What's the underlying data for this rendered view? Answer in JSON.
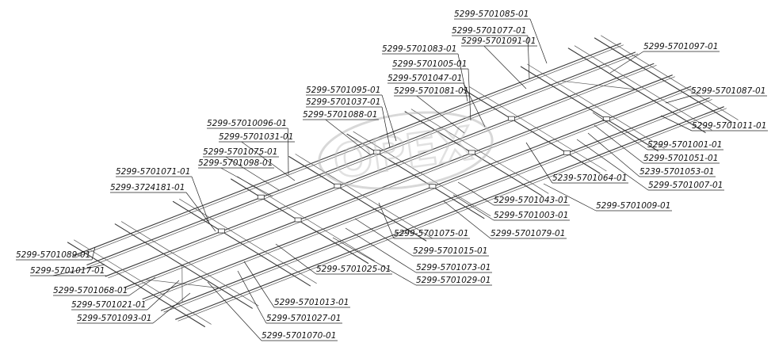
{
  "watermark": "OPEX",
  "labels": [
    "5299-5701085-01",
    "5299-5701077-01",
    "5299-5701091-01",
    "5299-5701083-01",
    "5299-5701005-01",
    "5299-5701047-01",
    "5299-5701081-01",
    "5299-5701095-01",
    "5299-5701037-01",
    "5299-5701088-01",
    "5299-57010096-01",
    "5299-5701031-01",
    "5299-5701075-01",
    "5299-5701098-01",
    "5299-5701071-01",
    "5299-3724181-01",
    "5299-5701089-01",
    "5299-5701017-01",
    "5299-5701068-01",
    "5299-5701021-01",
    "5299-5701093-01",
    "5299-5701097-01",
    "5299-5701087-01",
    "5299-5701011-01",
    "5299-5701001-01",
    "5299-5701051-01",
    "5239-5701053-01",
    "5239-5701064-01",
    "5299-5701007-01",
    "5299-5701043-01",
    "5299-5701009-01",
    "5299-5701003-01",
    "5299-5701075-01",
    "5299-5701079-01",
    "5299-5701015-01",
    "5299-5701073-01",
    "5299-5701029-01",
    "5299-5701025-01",
    "5299-5701013-01",
    "5299-5701027-01",
    "5299-5701070-01"
  ]
}
